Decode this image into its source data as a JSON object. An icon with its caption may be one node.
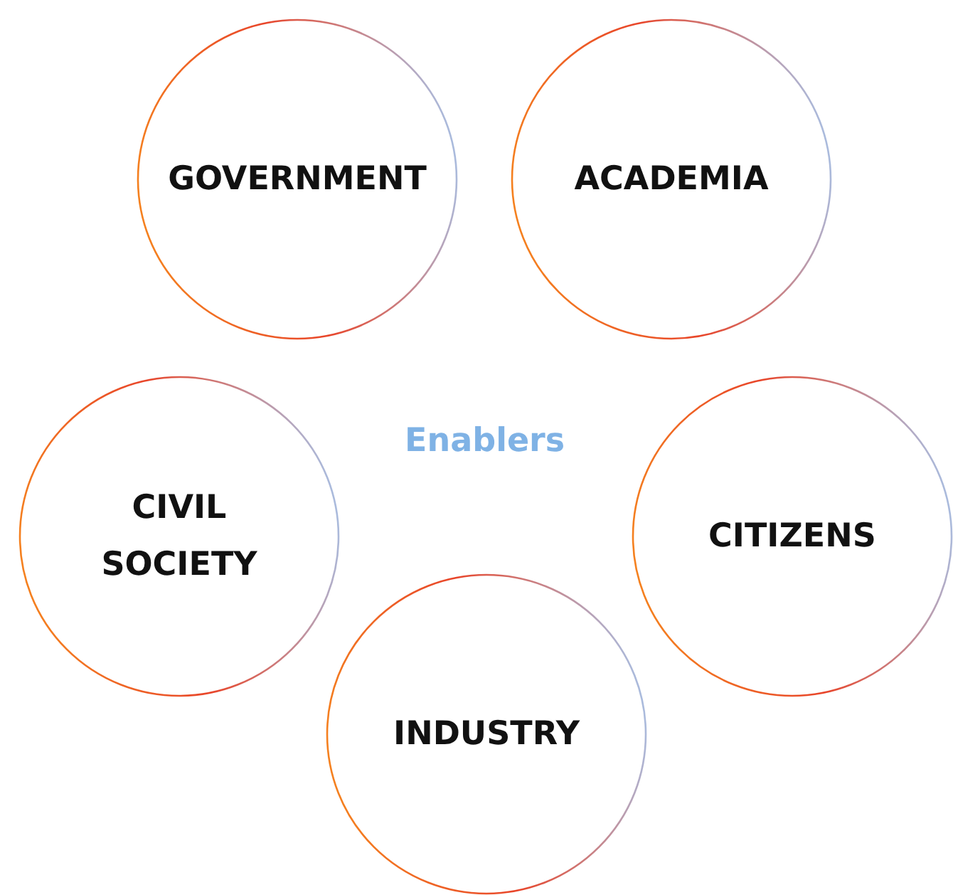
{
  "diagram": {
    "nodes": [
      {
        "text": [
          "GOVERNMENT"
        ]
      },
      {
        "text": [
          "ACADEMIA"
        ]
      },
      {
        "text": [
          "CIVIL SOCIETY"
        ]
      },
      {
        "text": [
          "CITIZENS"
        ]
      },
      {
        "text": [
          "INDUSTRY"
        ]
      }
    ],
    "edges": [],
    "labels": [
      "Enablers"
    ]
  }
}
